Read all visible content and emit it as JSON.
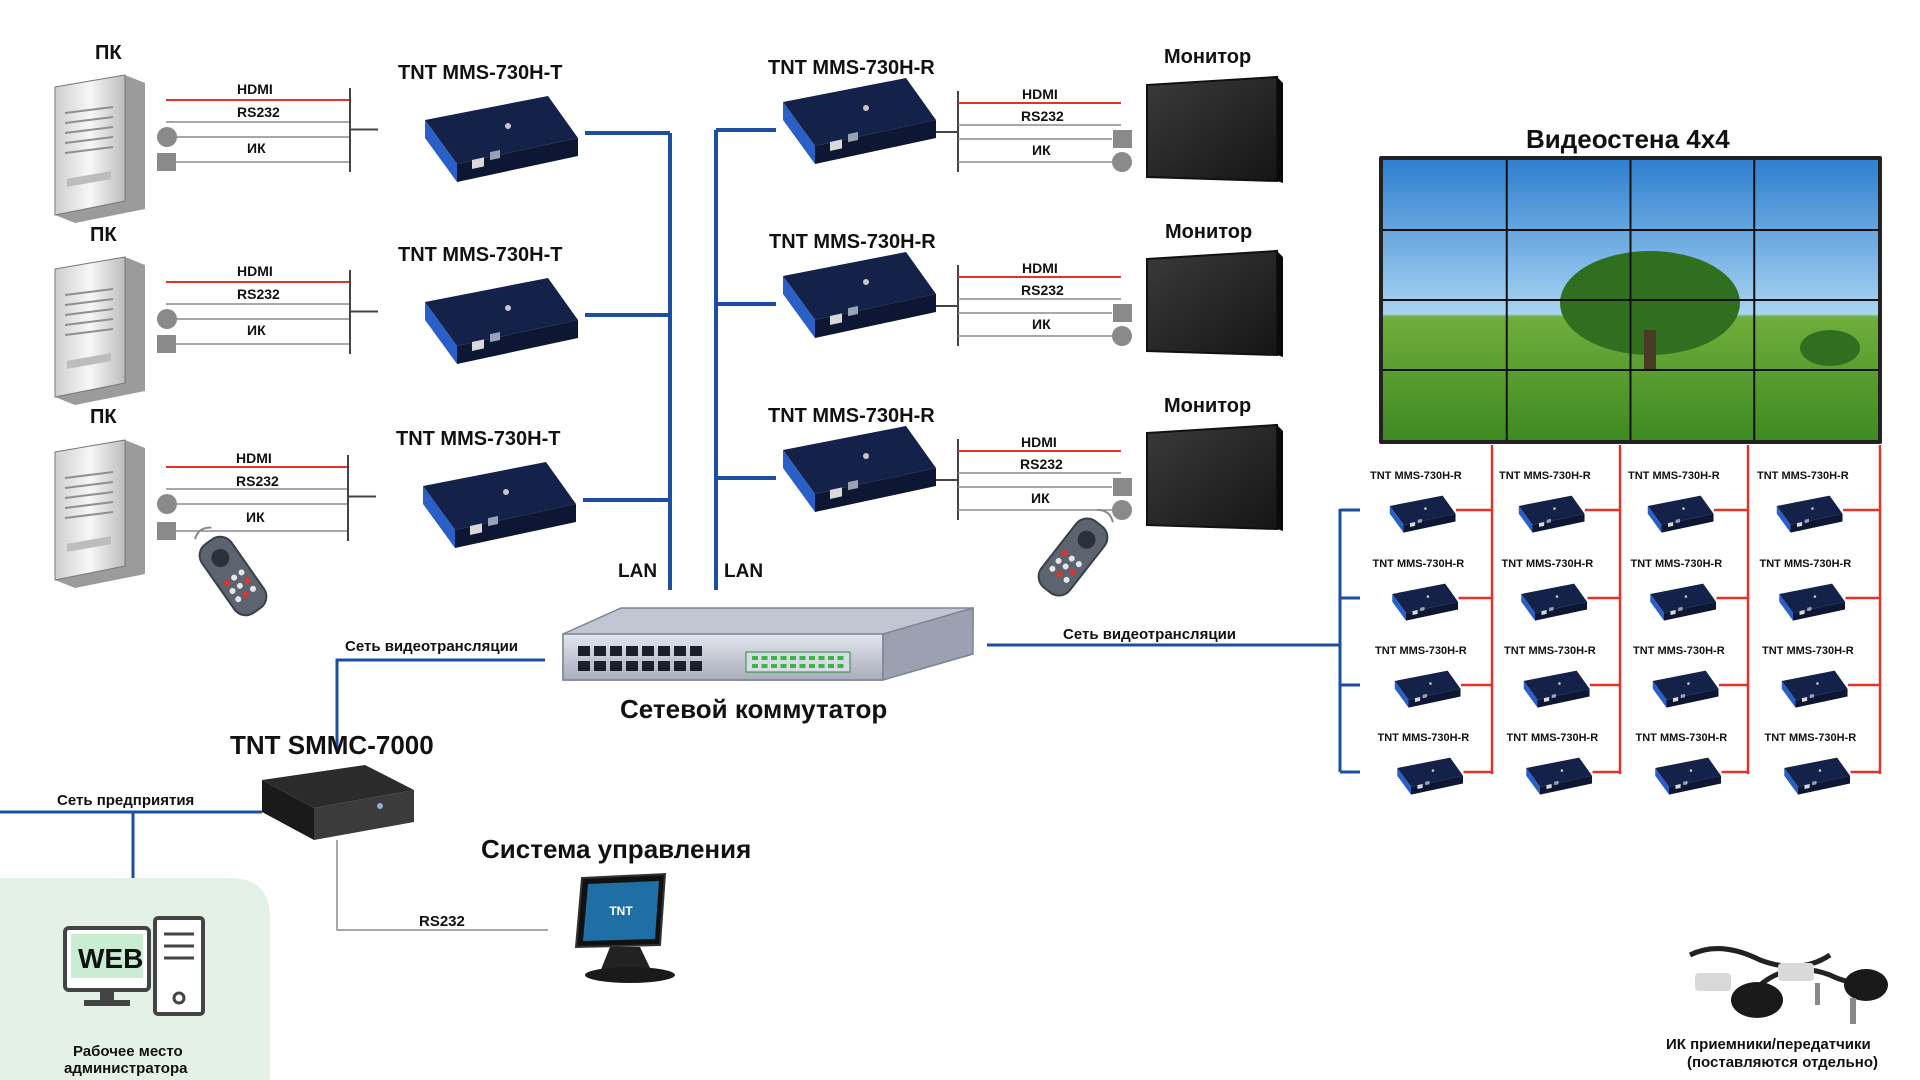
{
  "colors": {
    "lan": "#1c4fa3",
    "hdmi": "#e2332b",
    "cable": "#8c8c8c",
    "wall_grid": "#e2332b",
    "device_body": "#14224a",
    "device_face": "#2a5fc7",
    "admin_area": "#e3f1e7"
  },
  "sources": {
    "pc_label": "ПК",
    "tx_label": "TNT MMS-730H-T",
    "cables": {
      "hdmi": "HDMI",
      "rs232": "RS232",
      "ir": "ИК"
    }
  },
  "receivers": {
    "rx_label": "TNT MMS-730H-R",
    "monitor_label": "Монитор"
  },
  "lan": {
    "left": "LAN",
    "right": "LAN"
  },
  "switch": {
    "label": "Сетевой коммутатор"
  },
  "stream_net": {
    "left": "Сеть видеотрансляции",
    "right": "Сеть видеотрансляции"
  },
  "videowall": {
    "title": "Видеостена 4х4",
    "rows": 4,
    "cols": 4,
    "rx_label": "TNT MMS-730H-R"
  },
  "controller": {
    "label": "TNT SMMC-7000",
    "enterprise_net": "Сеть предприятия",
    "rs232": "RS232"
  },
  "control_system": {
    "label": "Система управления",
    "screen_text": "TNT"
  },
  "admin": {
    "web": "WEB",
    "caption_line1": "Рабочее место",
    "caption_line2": "администратора"
  },
  "ir_kit": {
    "line1": "ИК приемники/передатчики",
    "line2": "(поставляются отдельно)"
  }
}
